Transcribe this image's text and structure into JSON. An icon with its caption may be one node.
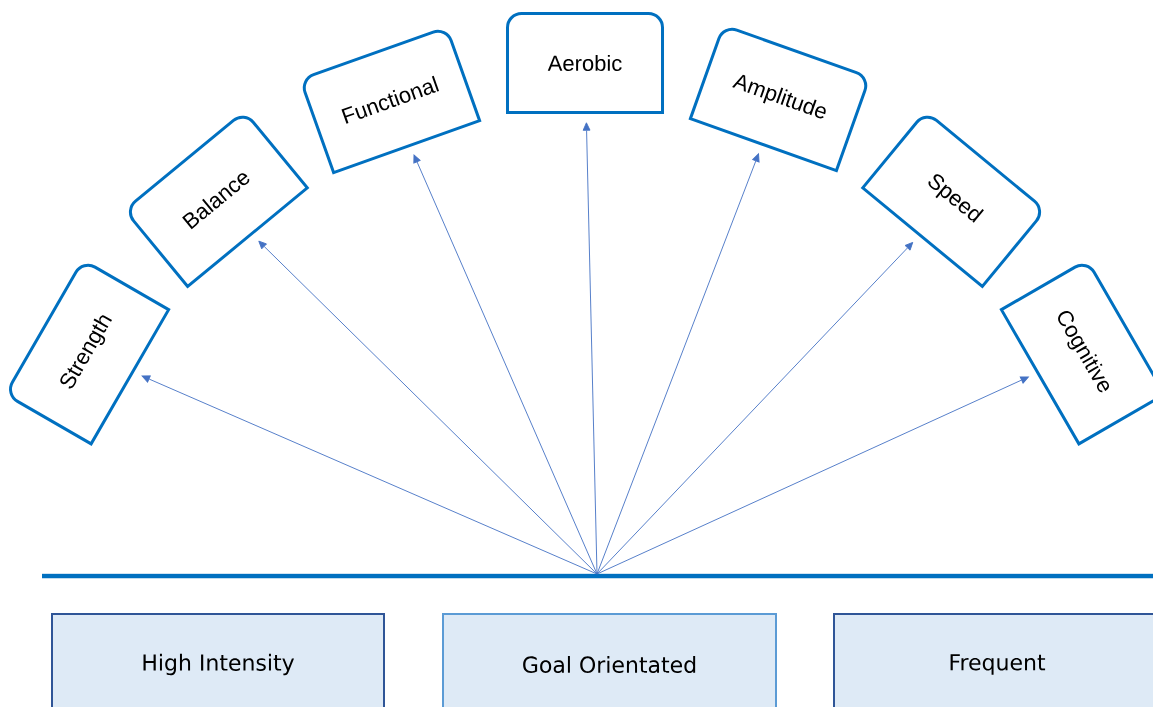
{
  "diagram": {
    "nodes": [
      {
        "text": [
          "Strength"
        ]
      },
      {
        "text": [
          "Balance"
        ]
      },
      {
        "text": [
          "Functional"
        ]
      },
      {
        "text": [
          "Aerobic"
        ]
      },
      {
        "text": [
          "Amplitude"
        ]
      },
      {
        "text": [
          "Speed"
        ]
      },
      {
        "text": [
          "Cognitive"
        ]
      },
      {
        "text": [
          "High Intensity"
        ]
      },
      {
        "text": [
          "Goal Orientated"
        ]
      },
      {
        "text": [
          "Frequent"
        ]
      }
    ],
    "edges": [
      {
        "from": null,
        "to": 0,
        "arrow": "to"
      },
      {
        "from": null,
        "to": 1,
        "arrow": "to"
      },
      {
        "from": null,
        "to": 2,
        "arrow": "to"
      },
      {
        "from": null,
        "to": 3,
        "arrow": "to"
      },
      {
        "from": null,
        "to": 4,
        "arrow": "to"
      },
      {
        "from": null,
        "to": 5,
        "arrow": "to"
      },
      {
        "from": null,
        "to": 6,
        "arrow": "to"
      }
    ]
  }
}
